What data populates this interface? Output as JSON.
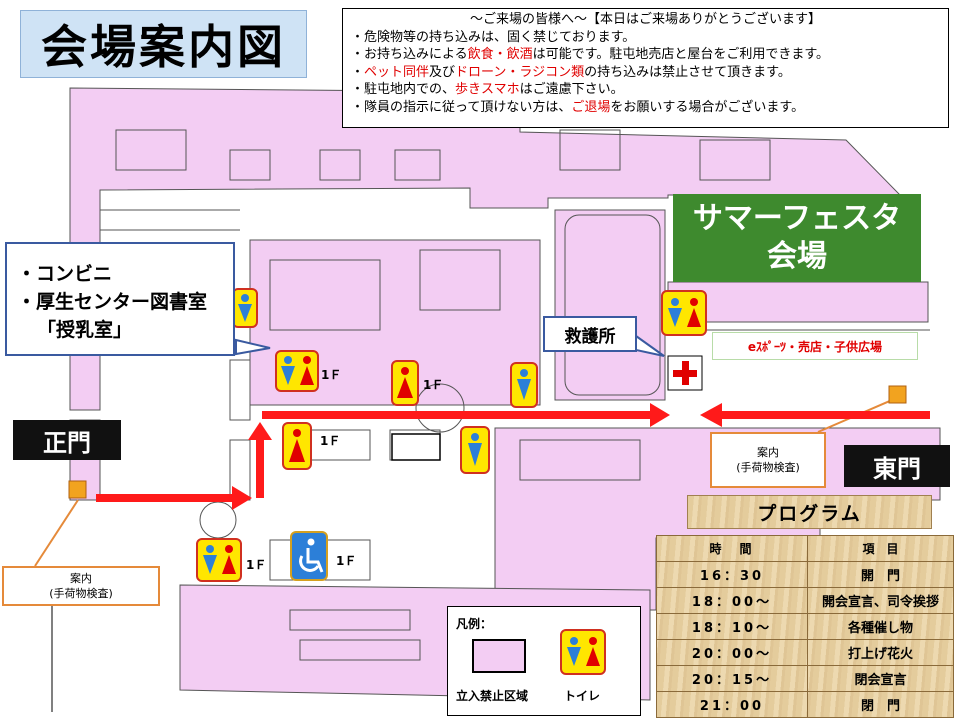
{
  "title": "会場案内図",
  "notice": {
    "header": "～ご来場の皆様へ～【本日はご来場ありがとうございます】",
    "line1": "・危険物等の持ち込みは、固く禁じております。",
    "line2_a": "・お持ち込みによる",
    "line2_b": "飲食・飲酒",
    "line2_c": "は可能です。駐屯地売店と屋台をご利用できます。",
    "line3_a": "・",
    "line3_b": "ペット同伴",
    "line3_c": "及び",
    "line3_d": "ドローン・ラジコン類",
    "line3_e": "の持ち込みは禁止させて頂きます。",
    "line4_a": "・駐屯地内での、",
    "line4_b": "歩きスマホ",
    "line4_c": "はご遠慮下さい。",
    "line5_a": "・隊員の指示に従って頂けない方は、",
    "line5_b": "ご退場",
    "line5_c": "をお願いする場合がございます。"
  },
  "festival_sign": {
    "line1": "サマーフェスタ",
    "line2": "会場"
  },
  "esports_label": "eｽﾎﾟｰﾂ・売店・子供広場",
  "left_callout": {
    "item1": "・コンビニ",
    "item2": "・厚生センター図書室",
    "item3": "「授乳室」"
  },
  "first_aid_label": "救護所",
  "main_gate": "正門",
  "east_gate": "東門",
  "info_main": {
    "line1": "案内",
    "line2": "(手荷物検査)"
  },
  "info_east": {
    "line1": "案内",
    "line2": "(手荷物検査)"
  },
  "floor_label": "1Ｆ",
  "program": {
    "title": "プログラム",
    "col_time": "時　間",
    "col_item": "項　目",
    "rows": [
      {
        "time": "16：30",
        "item": "開　門"
      },
      {
        "time": "18：00～",
        "item": "開会宣言、司令挨拶"
      },
      {
        "time": "18：10～",
        "item": "各種催し物"
      },
      {
        "time": "20：00～",
        "item": "打上げ花火"
      },
      {
        "time": "20：15～",
        "item": "閉会宣言"
      },
      {
        "time": "21：00",
        "item": "閉　門"
      }
    ]
  },
  "legend": {
    "title": "凡例：",
    "restricted": "立入禁止区域",
    "toilet": "トイレ"
  },
  "colors": {
    "restricted_area": "#f3cdf3",
    "route_arrow": "#ff1a1a",
    "festival_green": "#3e8a2e",
    "info_orange": "#e58a3a"
  },
  "icons": [
    "toilet-icon",
    "wheelchair-icon",
    "first-aid-cross-icon",
    "info-marker-icon"
  ]
}
